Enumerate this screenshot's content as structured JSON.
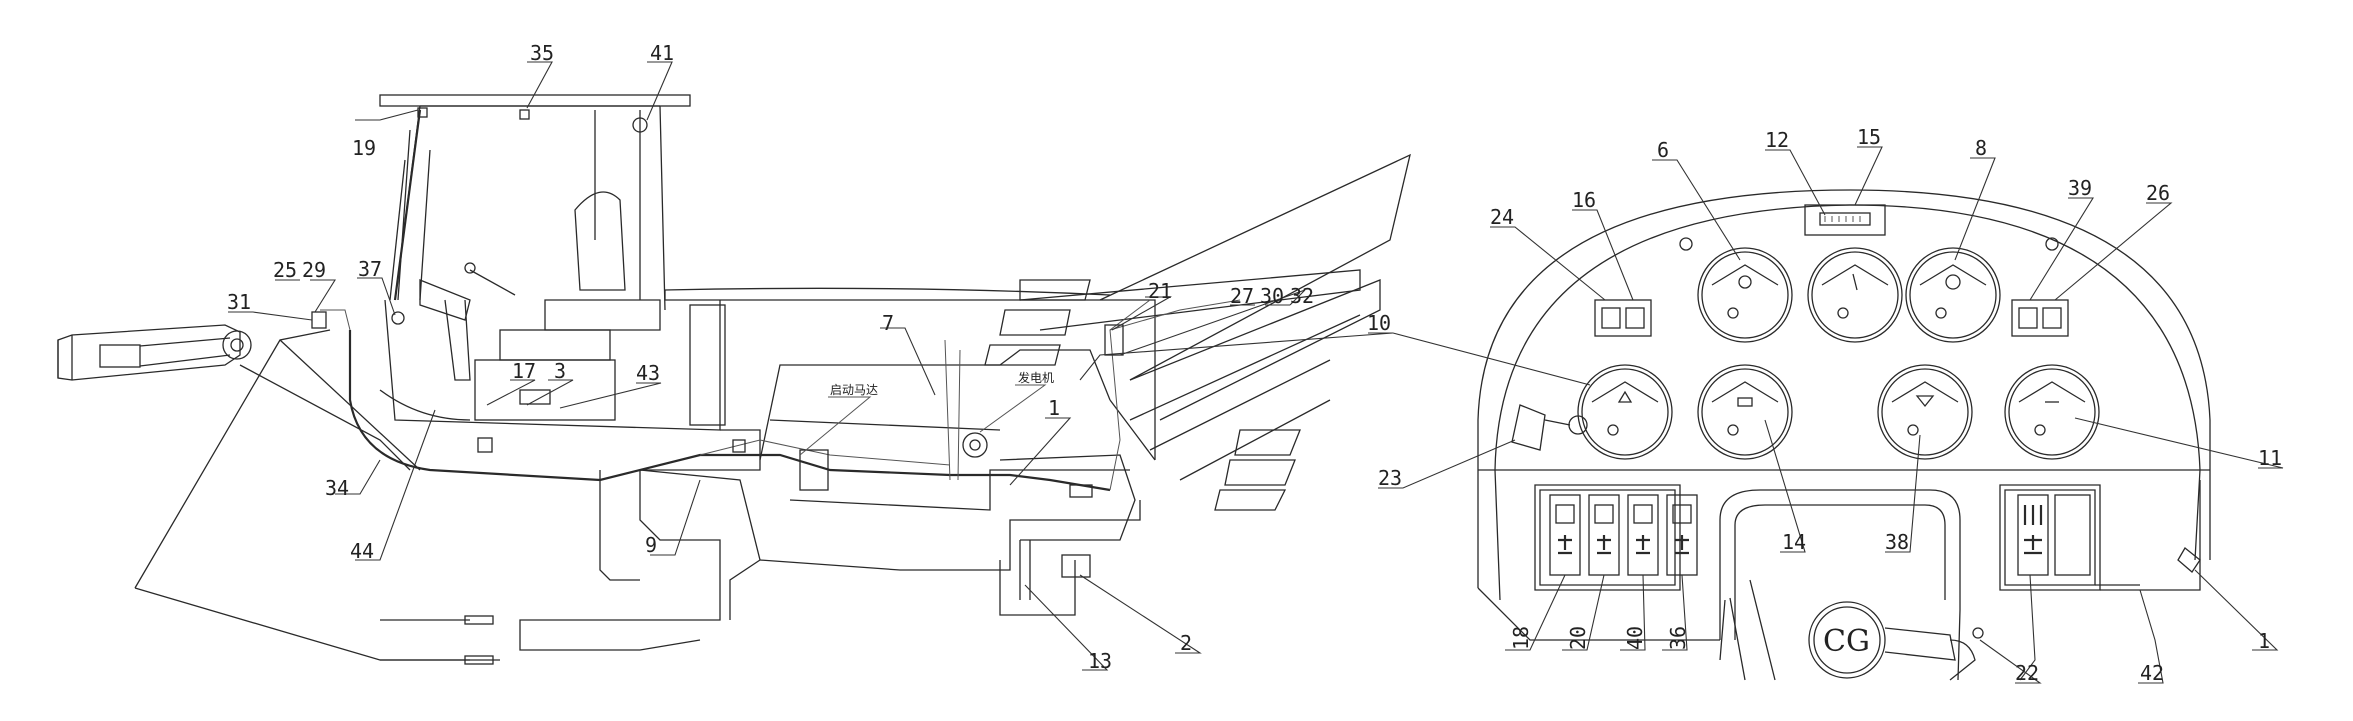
{
  "callouts": [
    {
      "id": "c35",
      "text": "35"
    },
    {
      "id": "c41",
      "text": "41"
    },
    {
      "id": "c19",
      "text": "19"
    },
    {
      "id": "c37",
      "text": "37"
    },
    {
      "id": "c25",
      "text": "25"
    },
    {
      "id": "c29",
      "text": "29"
    },
    {
      "id": "c31",
      "text": "31"
    },
    {
      "id": "c17",
      "text": "17"
    },
    {
      "id": "c3",
      "text": "3"
    },
    {
      "id": "c43",
      "text": "43"
    },
    {
      "id": "c34",
      "text": "34"
    },
    {
      "id": "c44",
      "text": "44"
    },
    {
      "id": "c7",
      "text": "7"
    },
    {
      "id": "c9",
      "text": "9"
    },
    {
      "id": "c1a",
      "text": "1"
    },
    {
      "id": "c13",
      "text": "13"
    },
    {
      "id": "c2",
      "text": "2"
    },
    {
      "id": "c21",
      "text": "21"
    },
    {
      "id": "c27",
      "text": "27"
    },
    {
      "id": "c30",
      "text": "30"
    },
    {
      "id": "c32",
      "text": "32"
    },
    {
      "id": "c10",
      "text": "10"
    },
    {
      "id": "c24",
      "text": "24"
    },
    {
      "id": "c16",
      "text": "16"
    },
    {
      "id": "c6",
      "text": "6"
    },
    {
      "id": "c12",
      "text": "12"
    },
    {
      "id": "c15",
      "text": "15"
    },
    {
      "id": "c8",
      "text": "8"
    },
    {
      "id": "c39",
      "text": "39"
    },
    {
      "id": "c26",
      "text": "26"
    },
    {
      "id": "c23",
      "text": "23"
    },
    {
      "id": "c14",
      "text": "14"
    },
    {
      "id": "c38",
      "text": "38"
    },
    {
      "id": "c11",
      "text": "11"
    },
    {
      "id": "c18",
      "text": "18"
    },
    {
      "id": "c20",
      "text": "20"
    },
    {
      "id": "c40",
      "text": "40"
    },
    {
      "id": "c36",
      "text": "36"
    },
    {
      "id": "c22",
      "text": "22"
    },
    {
      "id": "c42",
      "text": "42"
    },
    {
      "id": "c1b",
      "text": "1"
    }
  ],
  "labels": {
    "starter_motor": "启动马达",
    "alternator": "发电机",
    "steering_logo": "CG"
  }
}
